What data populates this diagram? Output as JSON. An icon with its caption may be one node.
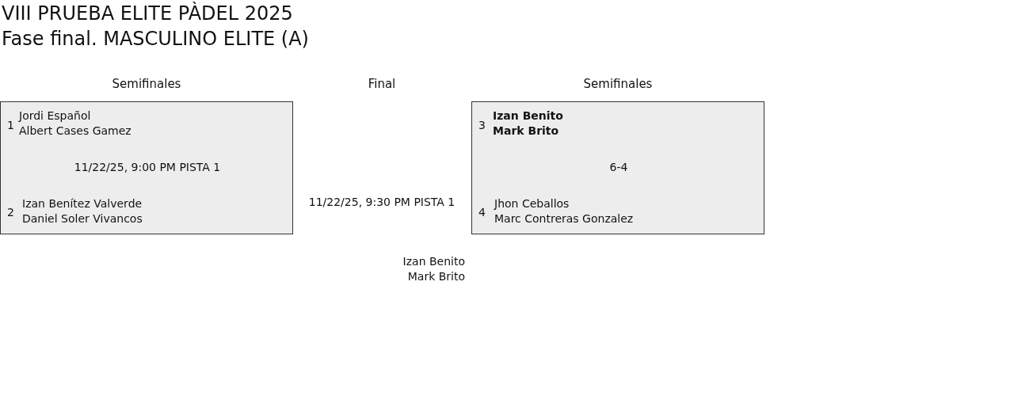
{
  "diagram": {
    "title": "VIII PRUEBA ELITE PÀDEL 2025",
    "nodes": [
      {
        "text": [
          "1",
          "Jordi Español",
          "Albert Cases Gamez",
          "11/22/25, 9:00 PM PISTA 1",
          "2",
          "Izan Benítez Valverde",
          "Daniel Soler Vivancos"
        ]
      },
      {
        "text": [
          "3",
          "Izan Benito",
          "Mark Brito",
          "6-4",
          "4",
          "Jhon Ceballos",
          "Marc Contreras Gonzalez"
        ]
      }
    ],
    "labels": [
      "Fase final. MASCULINO ELITE (A)",
      "Semifinales",
      "Final",
      "Semifinales",
      "11/22/25, 9:30 PM PISTA 1",
      "Izan Benito",
      "Mark Brito"
    ]
  }
}
